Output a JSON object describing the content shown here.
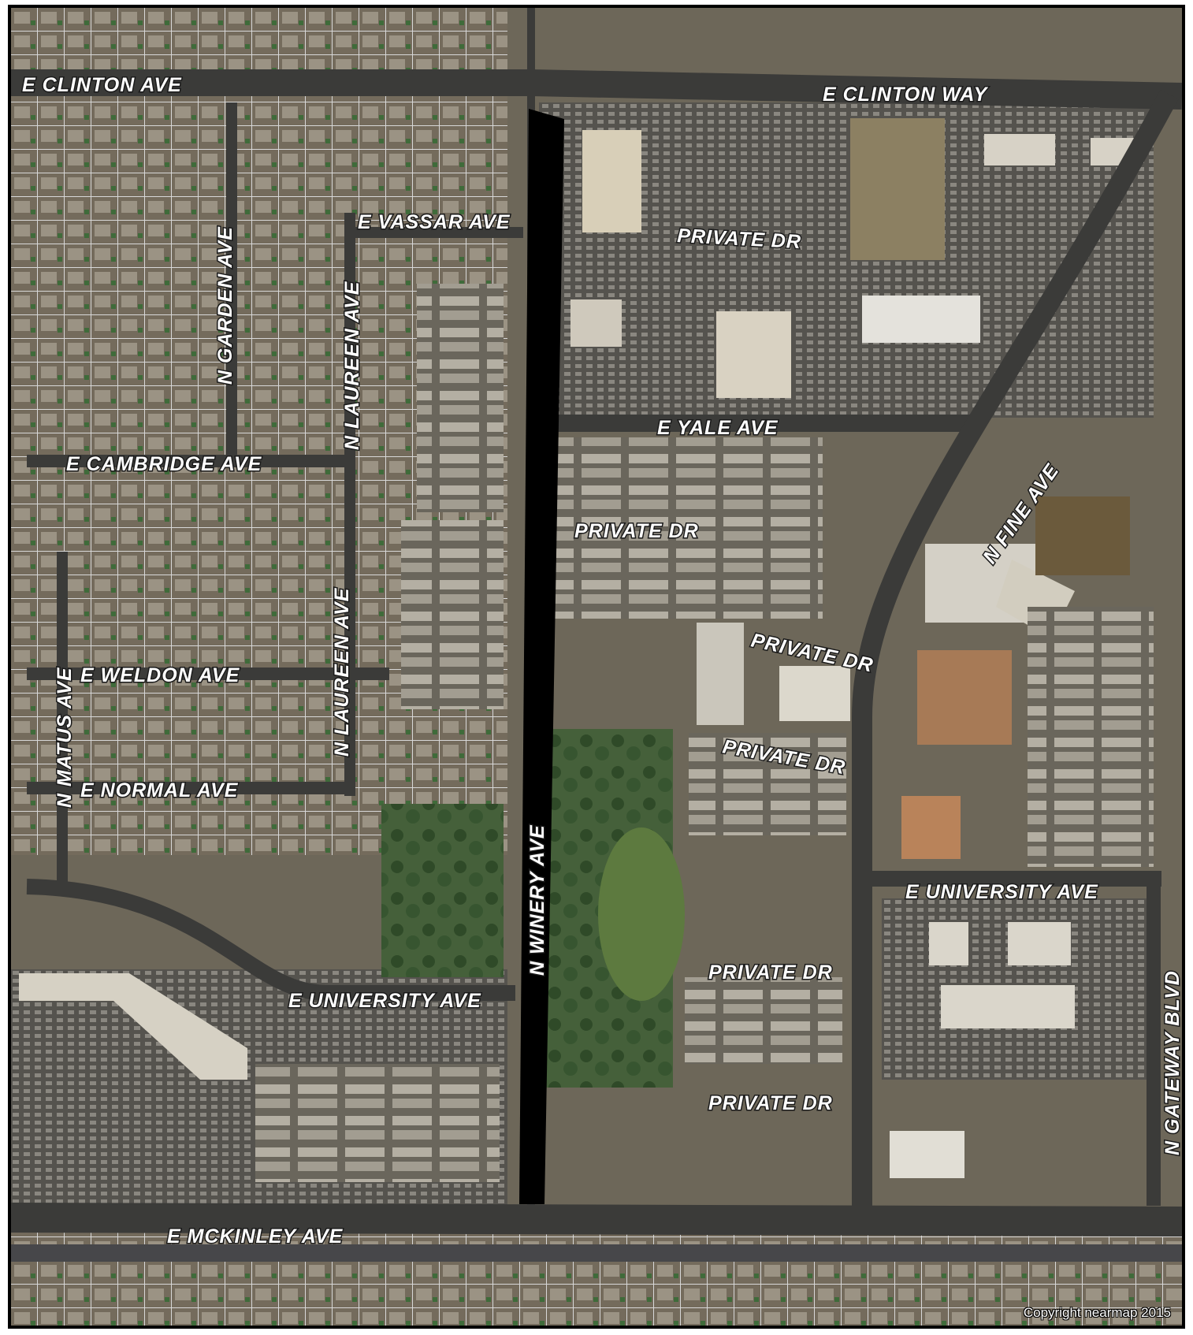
{
  "map": {
    "labels": [
      {
        "id": "e-clinton-ave",
        "text": "E   CLINTON   AVE"
      },
      {
        "id": "e-clinton-way",
        "text": "E   CLINTON   WAY"
      },
      {
        "id": "e-vassar-ave",
        "text": "E   VASSAR   AVE"
      },
      {
        "id": "private-dr-1",
        "text": "PRIVATE   DR"
      },
      {
        "id": "n-garden-ave",
        "text": "N   GARDEN   AVE"
      },
      {
        "id": "n-laureen-ave-1",
        "text": "N   LAUREEN   AVE"
      },
      {
        "id": "e-yale-ave",
        "text": "E   YALE   AVE"
      },
      {
        "id": "e-cambridge-ave",
        "text": "E   CAMBRIDGE   AVE"
      },
      {
        "id": "n-fine-ave",
        "text": "N   FINE   AVE"
      },
      {
        "id": "private-dr-2",
        "text": "PRIVATE   DR"
      },
      {
        "id": "n-laureen-ave-2",
        "text": "N   LAUREEN   AVE"
      },
      {
        "id": "private-dr-3",
        "text": "PRIVATE   DR"
      },
      {
        "id": "n-matus-ave",
        "text": "N   MATUS   AVE"
      },
      {
        "id": "e-weldon-ave",
        "text": "E   WELDON   AVE"
      },
      {
        "id": "private-dr-4",
        "text": "PRIVATE   DR"
      },
      {
        "id": "e-normal-ave",
        "text": "E   NORMAL   AVE"
      },
      {
        "id": "n-winery-ave",
        "text": "N   WINERY   AVE"
      },
      {
        "id": "e-university-ave-1",
        "text": "E   UNIVERSITY   AVE"
      },
      {
        "id": "private-dr-5",
        "text": "PRIVATE   DR"
      },
      {
        "id": "n-gateway-blvd",
        "text": "N   GATEWAY   BLVD"
      },
      {
        "id": "e-university-ave-2",
        "text": "E   UNIVERSITY   AVE"
      },
      {
        "id": "private-dr-6",
        "text": "PRIVATE   DR"
      },
      {
        "id": "e-mckinley-ave",
        "text": "E   MCKINLEY   AVE"
      }
    ],
    "copyright": "Copyright nearmap 2015",
    "colors": {
      "road": "#3a3a3a",
      "highlighted_segment": "#000000",
      "parcel_line": "#e8e8e8",
      "label_fill": "#ffffff",
      "label_stroke": "#1a1a1a",
      "vegetation": "#3d5a30",
      "residential": "#7a7162",
      "roof_light": "#cfc9bc"
    }
  }
}
